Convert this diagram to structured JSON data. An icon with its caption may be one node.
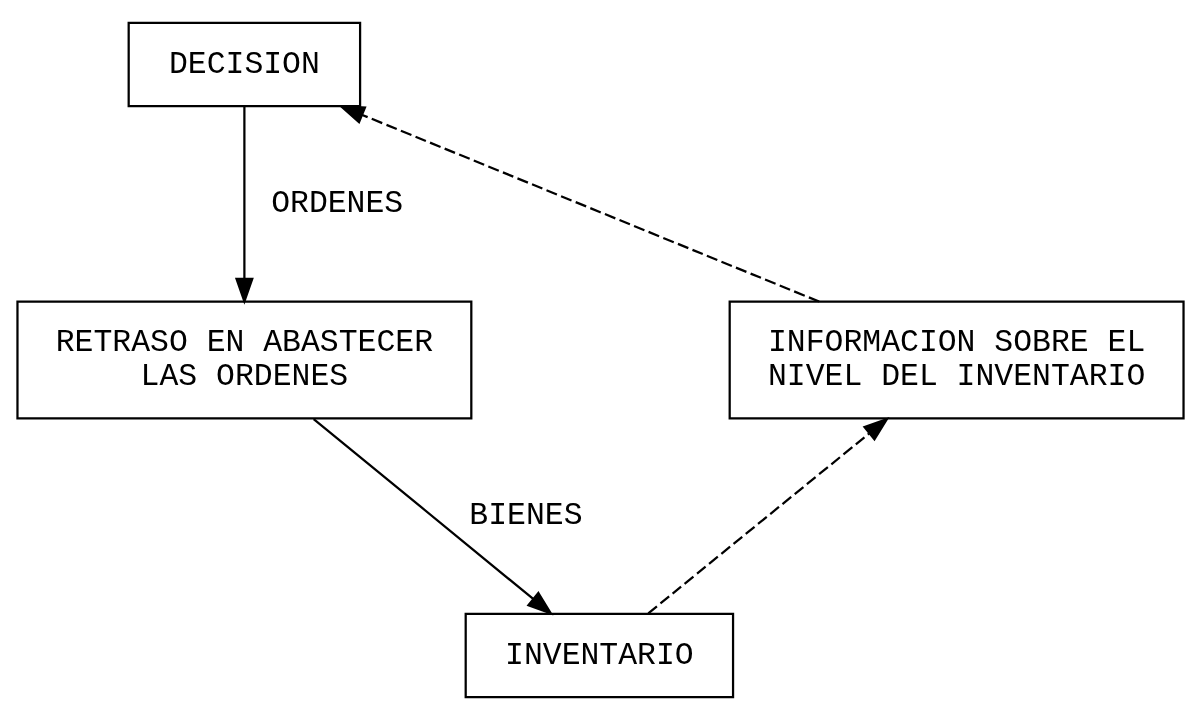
{
  "diagram": {
    "nodes": [
      {
        "text": [
          "DECISION"
        ]
      },
      {
        "text": [
          "RETRASO EN ABASTECER LAS ORDENES"
        ]
      },
      {
        "text": [
          "INVENTARIO"
        ]
      },
      {
        "text": [
          "INFORMACION SOBRE EL NIVEL DEL INVENTARIO"
        ]
      }
    ],
    "edges": [
      {
        "from": 0,
        "to": 1,
        "arrow": "to",
        "label": "ORDENES"
      },
      {
        "from": 1,
        "to": 2,
        "arrow": "to",
        "label": "BIENES"
      },
      {
        "from": 2,
        "to": 3,
        "arrow": "to",
        "style": "dashed"
      },
      {
        "from": 3,
        "to": 0,
        "arrow": "to",
        "style": "dashed"
      }
    ]
  }
}
